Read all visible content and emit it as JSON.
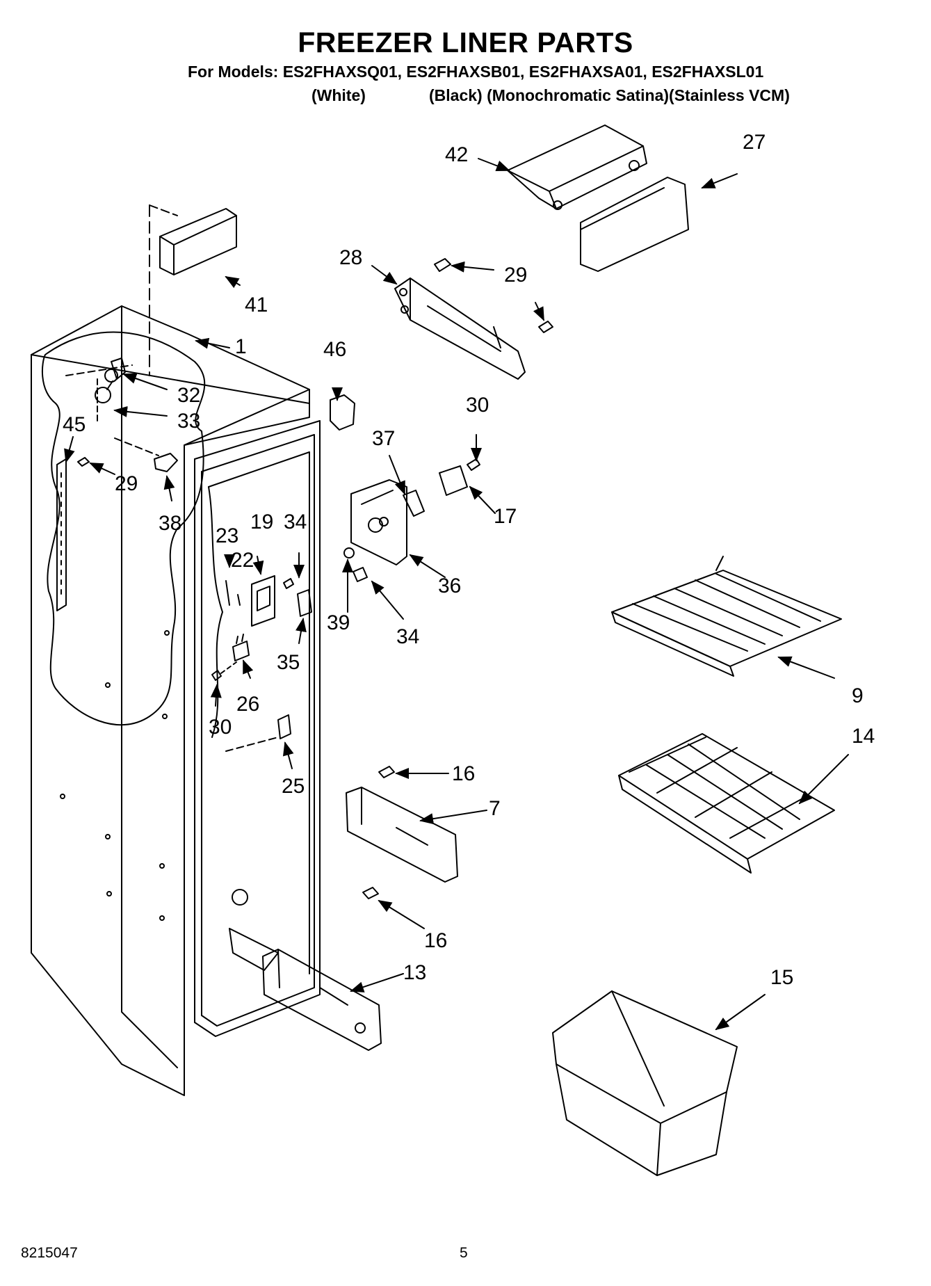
{
  "header": {
    "title": "FREEZER LINER PARTS",
    "models": "For Models: ES2FHAXSQ01, ES2FHAXSB01, ES2FHAXSA01, ES2FHAXSL01",
    "variant_white": "(White)",
    "variant_others": "(Black) (Monochromatic Satina)(Stainless VCM)"
  },
  "callouts": [
    "42",
    "27",
    "28",
    "29",
    "41",
    "1",
    "46",
    "32",
    "33",
    "30",
    "45",
    "37",
    "29",
    "17",
    "38",
    "19",
    "34",
    "23",
    "22",
    "36",
    "39",
    "34",
    "35",
    "9",
    "26",
    "30",
    "14",
    "16",
    "25",
    "7",
    "16",
    "13",
    "15"
  ],
  "footer": {
    "doc_number": "8215047",
    "page_number": "5"
  }
}
